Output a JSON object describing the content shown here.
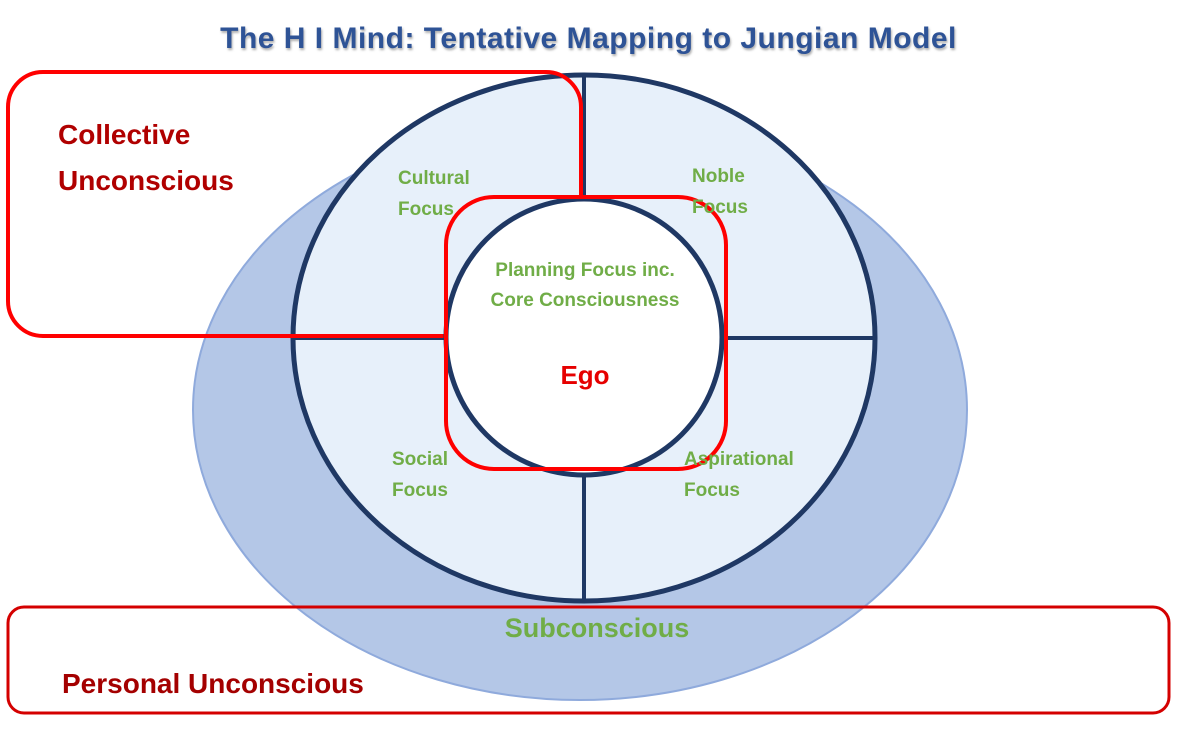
{
  "title": "The H I Mind: Tentative Mapping to Jungian Model",
  "colors": {
    "title_blue": "#2E5396",
    "navy": "#1F3864",
    "outer_fill": "#B4C7E7",
    "outer_stroke": "#8FAADC",
    "quadrant_fill": "#E7F0FA",
    "green": "#70AD47",
    "red": "#FF0000",
    "dark_red": "#B00000",
    "ego_red": "#E60000"
  },
  "outer_regions": {
    "collective_unconscious": "Collective\nUnconscious",
    "personal_unconscious": "Personal Unconscious",
    "subconscious": "Subconscious"
  },
  "quadrants": {
    "cultural": "Cultural\nFocus",
    "noble": "Noble\nFocus",
    "social": "Social\nFocus",
    "aspirational": "Aspirational\nFocus"
  },
  "center": {
    "planning": "Planning Focus inc.\nCore Consciousness",
    "ego": "Ego"
  }
}
